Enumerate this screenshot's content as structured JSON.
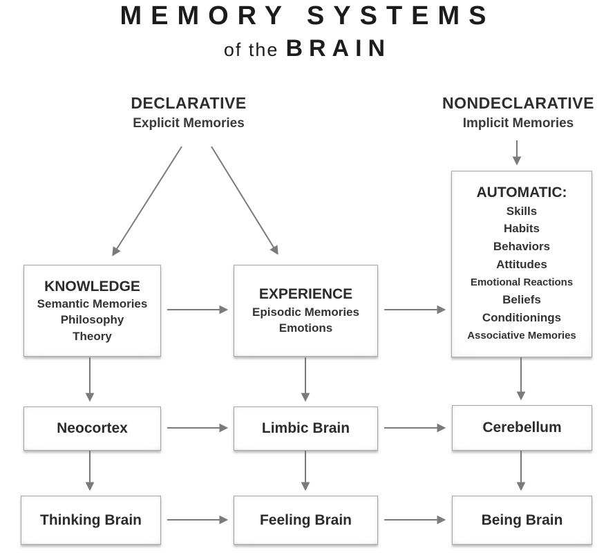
{
  "title": {
    "line1": "MEMORY SYSTEMS",
    "line2_prefix": "of the",
    "line2_emphasis": "BRAIN"
  },
  "branches": {
    "declarative": {
      "label": "DECLARATIVE",
      "sublabel": "Explicit Memories"
    },
    "nondeclarative": {
      "label": "NONDECLARATIVE",
      "sublabel": "Implicit Memories"
    }
  },
  "boxes": {
    "knowledge": {
      "title": "KNOWLEDGE",
      "lines": [
        "Semantic Memories",
        "Philosophy",
        "Theory"
      ]
    },
    "experience": {
      "title": "EXPERIENCE",
      "lines": [
        "Episodic Memories",
        "Emotions"
      ]
    },
    "automatic": {
      "title": "AUTOMATIC:",
      "lines": [
        "Skills",
        "Habits",
        "Behaviors",
        "Attitudes",
        "Emotional Reactions",
        "Beliefs",
        "Conditionings",
        "Associative Memories"
      ]
    },
    "neocortex": {
      "title": "Neocortex"
    },
    "limbic": {
      "title": "Limbic Brain"
    },
    "cerebellum": {
      "title": "Cerebellum"
    },
    "thinking": {
      "title": "Thinking Brain"
    },
    "feeling": {
      "title": "Feeling Brain"
    },
    "being": {
      "title": "Being Brain"
    }
  },
  "connections": [
    "declarative -> knowledge",
    "declarative -> experience",
    "nondeclarative -> automatic",
    "knowledge -> experience",
    "experience -> automatic",
    "knowledge -> neocortex",
    "experience -> limbic-brain",
    "automatic -> cerebellum",
    "neocortex -> limbic-brain",
    "limbic-brain -> cerebellum",
    "neocortex -> thinking-brain",
    "limbic-brain -> feeling-brain",
    "cerebellum -> being-brain",
    "thinking-brain -> feeling-brain",
    "feeling-brain -> being-brain"
  ],
  "colors": {
    "background": "#ffffff",
    "text": "#2b2b2b",
    "arrow": "#7a7a7a",
    "box_border": "#a6a6a6",
    "box_fill_edge": "#ececec"
  }
}
